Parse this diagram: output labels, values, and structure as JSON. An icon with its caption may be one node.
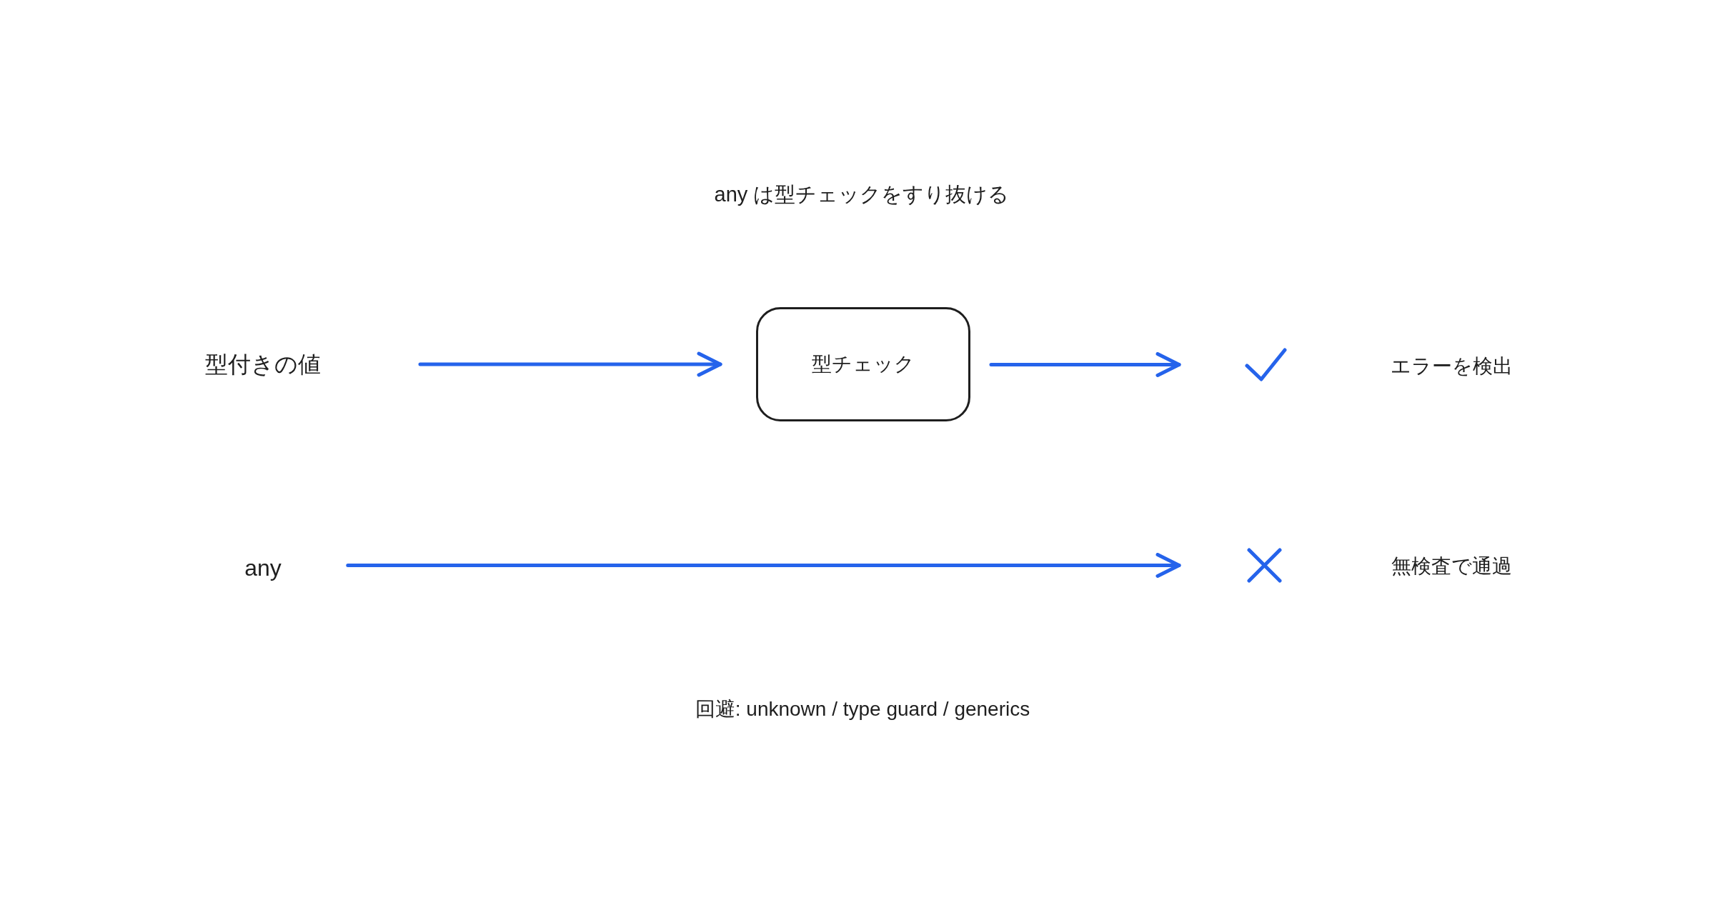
{
  "diagram": {
    "title": "any は型チェックをすり抜ける",
    "nodes": [
      {
        "text": [
          "型付きの値"
        ]
      },
      {
        "text": [
          "型チェック"
        ]
      },
      {
        "text": [],
        "shape": "check"
      },
      {
        "text": [
          "any"
        ]
      },
      {
        "text": [],
        "shape": "cross"
      }
    ],
    "edges": [
      {
        "from": 0,
        "to": 1,
        "arrow": "to"
      },
      {
        "from": 1,
        "to": 2,
        "arrow": "to"
      },
      {
        "from": 3,
        "to": 4,
        "arrow": "to"
      }
    ],
    "labels": [
      "エラーを検出",
      "無検査で通過"
    ],
    "caption": "回避: unknown / type guard / generics"
  }
}
